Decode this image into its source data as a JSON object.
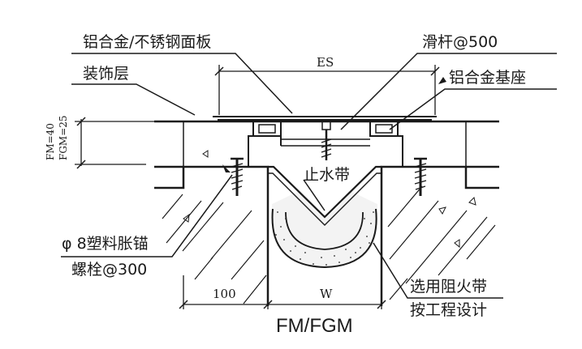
{
  "labels": {
    "cover_plate": "铝合金/不锈钢面板",
    "decor_layer": "装饰层",
    "slide_bar": "滑杆@500",
    "base_seat": "铝合金基座",
    "waterstop": "止水带",
    "anchor_line1": "φ 8塑料胀锚",
    "anchor_line2": "螺栓@300",
    "fire_line1": "选用阻火带",
    "fire_line2": "按工程设计"
  },
  "dimensions": {
    "es": "ES",
    "fm": "FM=40",
    "fgm": "FGM=25",
    "width_100": "100",
    "width_w": "W"
  },
  "caption": "FM/FGM"
}
